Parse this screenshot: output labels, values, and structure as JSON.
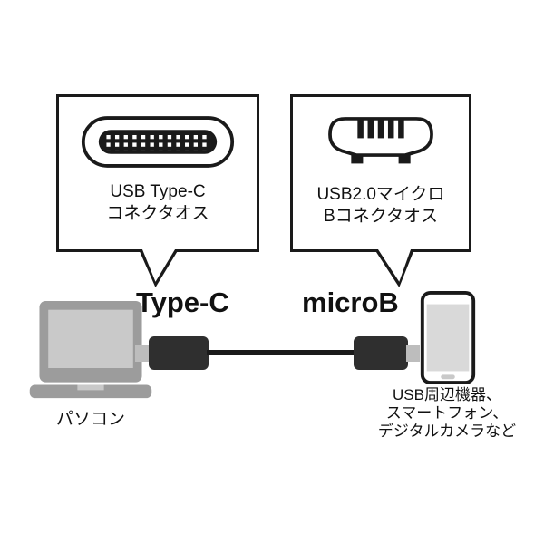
{
  "callouts": {
    "type_c": {
      "line1": "USB Type-C",
      "line2": "コネクタオス"
    },
    "micro_b": {
      "line1": "USB2.0マイクロ",
      "line2": "Bコネクタオス"
    }
  },
  "cable": {
    "left_label": "Type-C",
    "right_label": "microB"
  },
  "laptop": {
    "caption": "パソコン"
  },
  "peripherals": {
    "caption_line1": "USB周辺機器、",
    "caption_line2": "スマートフォン、",
    "caption_line3": "デジタルカメラなど"
  },
  "colors": {
    "background": "#ffffff",
    "outline": "#1a1a1a",
    "plug_black": "#2f2f2f",
    "plug_tip_gray": "#bdbdbd",
    "laptop_gray": "#9c9c9c",
    "laptop_screen_gray": "#c9c9c9",
    "phone_screen_gray": "#d9d9d9"
  },
  "icons": {
    "usb_type_c_connector": "stadium outline with black tongue and white pin grid",
    "usb_micro_b_connector": "rounded trapezoid outline with five pins and two feet",
    "laptop": "gray laptop silhouette",
    "smartphone": "outlined smartphone with gray screen",
    "usb_cable": "black cable with molded plugs at both ends"
  }
}
